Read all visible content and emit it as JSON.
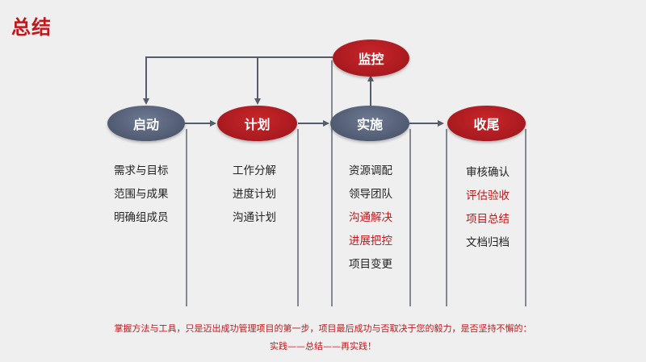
{
  "title": "总结",
  "nodes": {
    "start": "启动",
    "plan": "计划",
    "execute": "实施",
    "monitor": "监控",
    "close": "收尾"
  },
  "lists": {
    "start": [
      "需求与目标",
      "范围与成果",
      "明确组成员"
    ],
    "plan": [
      "工作分解",
      "进度计划",
      "沟通计划"
    ],
    "execute": [
      "资源调配",
      "领导团队",
      "沟通解决",
      "进展把控",
      "项目变更"
    ],
    "close": [
      "审核确认",
      "评估验收",
      "项目总结",
      "文档归档"
    ]
  },
  "highlight_color": "#c01818",
  "footer": {
    "line1": "掌握方法与工具，只是迈出成功管理项目的第一步，项目最后成功与否取决于您的毅力，是否坚持不懈的：",
    "line2": "实践——总结——再实践！"
  }
}
